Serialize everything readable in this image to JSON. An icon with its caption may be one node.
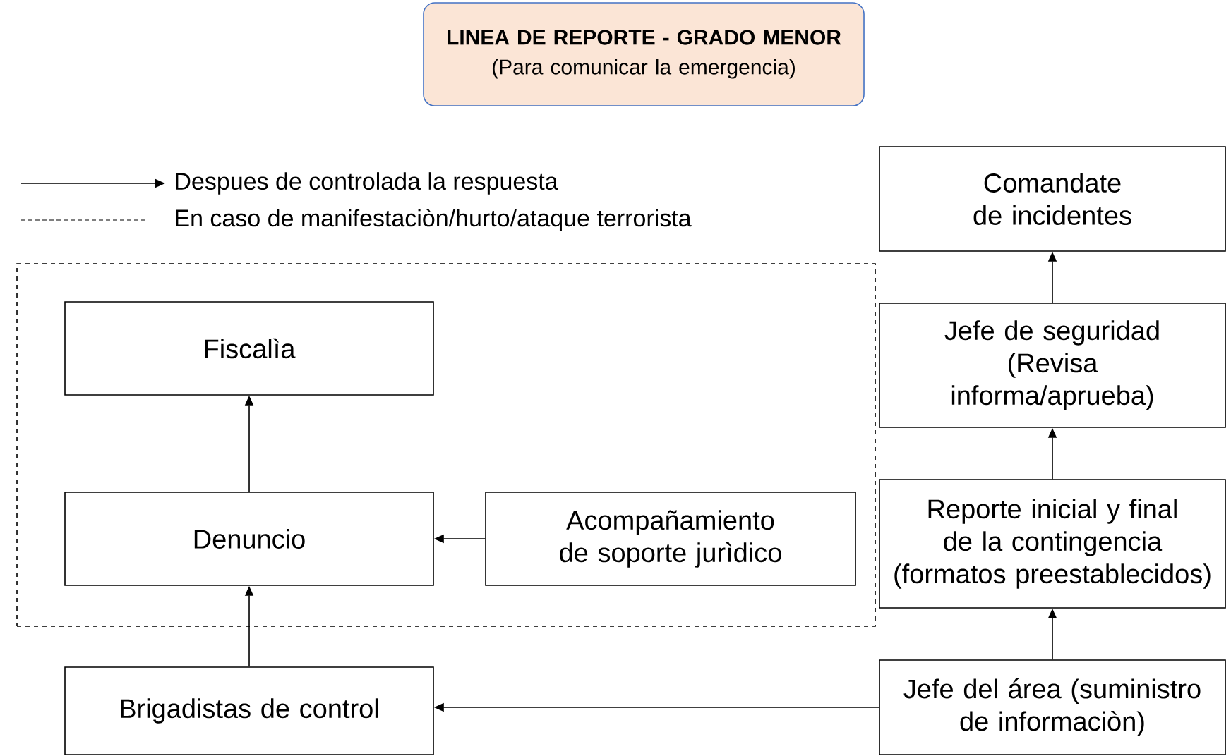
{
  "diagram": {
    "nodes": [
      {
        "text": [
          "**LINEA DE REPORTE - GRADO MENOR**",
          "(Para comunicar la emergencia)"
        ]
      },
      {
        "text": [],
        "shape": "box"
      },
      {
        "text": [
          "Fiscalìa"
        ],
        "in": 1
      },
      {
        "text": [
          "Denuncio"
        ],
        "in": 1
      },
      {
        "text": [
          "Acompañamiento de soporte jurìdico"
        ],
        "in": 1
      },
      {
        "text": [
          "Brigadistas de control"
        ]
      },
      {
        "text": [
          "Comandate de incidentes"
        ]
      },
      {
        "text": [
          "Jefe de seguridad (Revisa informa/aprueba)"
        ]
      },
      {
        "text": [
          "Reporte inicial y final de la contingencia (formatos preestablecidos)"
        ]
      },
      {
        "text": [
          "Jefe del área (suministro de informaciòn)"
        ]
      }
    ],
    "edges": [
      {
        "from": 3,
        "to": 2,
        "arrow": "to"
      },
      {
        "from": 4,
        "to": 3,
        "arrow": "to"
      },
      {
        "from": 5,
        "to": 3,
        "arrow": "to"
      },
      {
        "from": 9,
        "to": 5,
        "arrow": "to"
      },
      {
        "from": 9,
        "to": 8,
        "arrow": "to"
      },
      {
        "from": 8,
        "to": 7,
        "arrow": "to"
      },
      {
        "from": 7,
        "to": 6,
        "arrow": "to"
      }
    ],
    "legend": [
      {
        "text": "Despues de controlada la respuesta"
      },
      {
        "text": "En caso de manifestaciòn/hurto/ataque terrorista"
      }
    ]
  }
}
